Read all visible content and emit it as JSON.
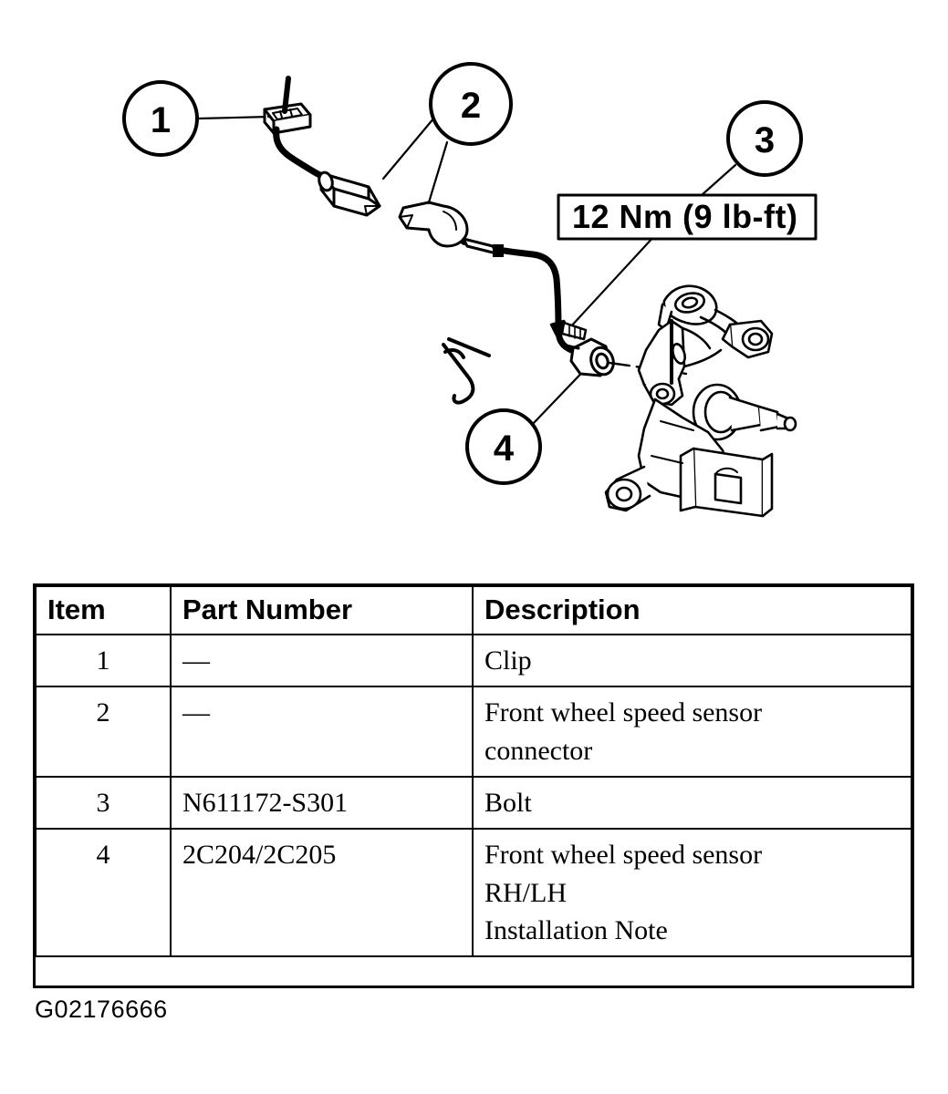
{
  "figure": {
    "caption": "G02176666",
    "torque_callout": {
      "label": "12 Nm (9 lb-ft)",
      "value_nm": 12,
      "value_lbft": 9
    },
    "callouts": [
      {
        "number": "1",
        "refers_to": "Clip"
      },
      {
        "number": "2",
        "refers_to": "Front wheel speed sensor connector"
      },
      {
        "number": "3",
        "refers_to": "Bolt"
      },
      {
        "number": "4",
        "refers_to": "Front wheel speed sensor RH/LH"
      }
    ],
    "components": [
      "clip",
      "wiring-harness",
      "connector-male",
      "connector-female",
      "wheel-speed-sensor",
      "bolt",
      "steering-knuckle",
      "direction-arrow-symbol"
    ]
  },
  "table": {
    "headers": [
      "Item",
      "Part Number",
      "Description"
    ],
    "rows": [
      {
        "item": "1",
        "part_number": "—",
        "description": "Clip"
      },
      {
        "item": "2",
        "part_number": "—",
        "description": "Front wheel speed sensor\nconnector"
      },
      {
        "item": "3",
        "part_number": "N611172-S301",
        "description": "Bolt"
      },
      {
        "item": "4",
        "part_number": "2C204/2C205",
        "description": "Front wheel speed sensor\nRH/LH\nInstallation Note"
      }
    ]
  },
  "colors": {
    "ink": "#000000",
    "paper": "#ffffff"
  }
}
